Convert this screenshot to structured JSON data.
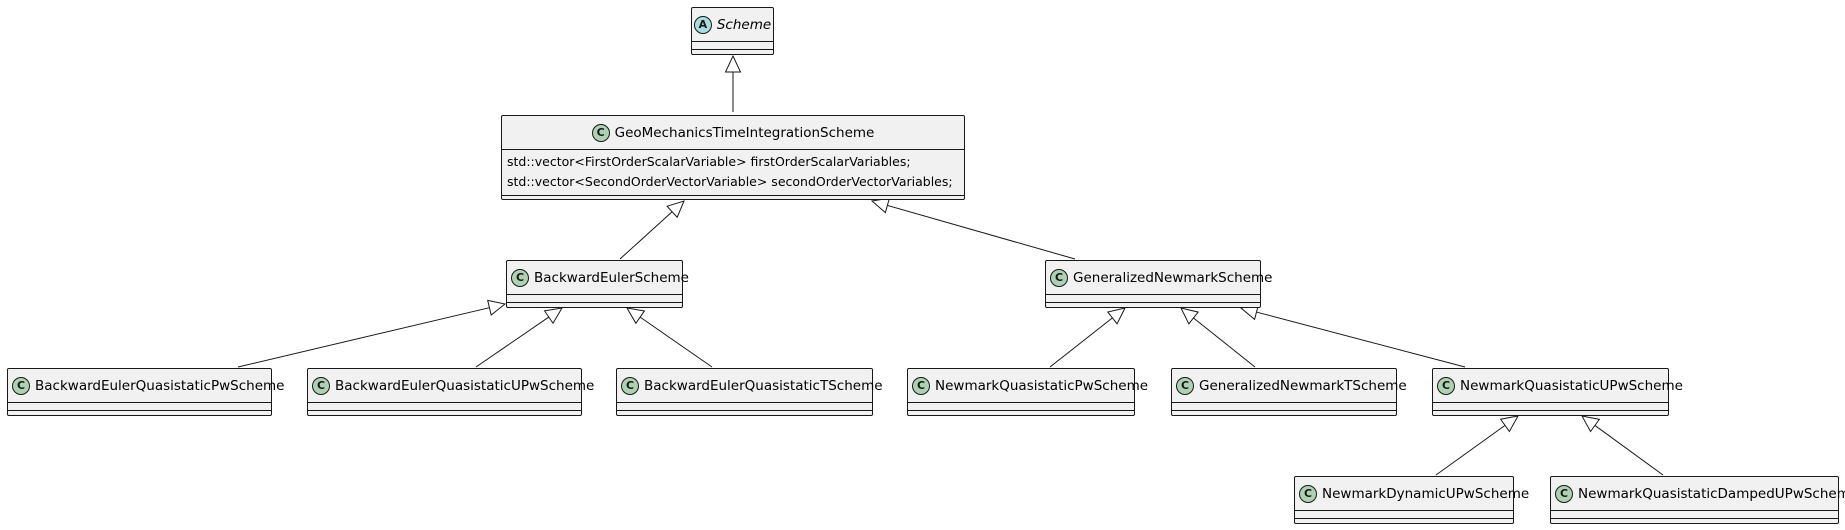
{
  "classes": {
    "scheme": {
      "name": "Scheme",
      "stereotype": "A"
    },
    "geo": {
      "name": "GeoMechanicsTimeIntegrationScheme",
      "stereotype": "C",
      "fields": [
        "std::vector<FirstOrderScalarVariable> firstOrderScalarVariables;",
        "std::vector<SecondOrderVectorVariable> secondOrderVectorVariables;"
      ]
    },
    "be": {
      "name": "BackwardEulerScheme",
      "stereotype": "C"
    },
    "gn": {
      "name": "GeneralizedNewmarkScheme",
      "stereotype": "C"
    },
    "beqpw": {
      "name": "BackwardEulerQuasistaticPwScheme",
      "stereotype": "C"
    },
    "bequpw": {
      "name": "BackwardEulerQuasistaticUPwScheme",
      "stereotype": "C"
    },
    "beqt": {
      "name": "BackwardEulerQuasistaticTScheme",
      "stereotype": "C"
    },
    "nqpw": {
      "name": "NewmarkQuasistaticPwScheme",
      "stereotype": "C"
    },
    "gnt": {
      "name": "GeneralizedNewmarkTScheme",
      "stereotype": "C"
    },
    "nqupw": {
      "name": "NewmarkQuasistaticUPwScheme",
      "stereotype": "C"
    },
    "ndupw": {
      "name": "NewmarkDynamicUPwScheme",
      "stereotype": "C"
    },
    "nqdupw": {
      "name": "NewmarkQuasistaticDampedUPwScheme",
      "stereotype": "C"
    }
  },
  "inheritance": [
    {
      "child": "GeoMechanicsTimeIntegrationScheme",
      "parent": "Scheme"
    },
    {
      "child": "BackwardEulerScheme",
      "parent": "GeoMechanicsTimeIntegrationScheme"
    },
    {
      "child": "GeneralizedNewmarkScheme",
      "parent": "GeoMechanicsTimeIntegrationScheme"
    },
    {
      "child": "BackwardEulerQuasistaticPwScheme",
      "parent": "BackwardEulerScheme"
    },
    {
      "child": "BackwardEulerQuasistaticUPwScheme",
      "parent": "BackwardEulerScheme"
    },
    {
      "child": "BackwardEulerQuasistaticTScheme",
      "parent": "BackwardEulerScheme"
    },
    {
      "child": "NewmarkQuasistaticPwScheme",
      "parent": "GeneralizedNewmarkScheme"
    },
    {
      "child": "GeneralizedNewmarkTScheme",
      "parent": "GeneralizedNewmarkScheme"
    },
    {
      "child": "NewmarkQuasistaticUPwScheme",
      "parent": "GeneralizedNewmarkScheme"
    },
    {
      "child": "NewmarkDynamicUPwScheme",
      "parent": "NewmarkQuasistaticUPwScheme"
    },
    {
      "child": "NewmarkQuasistaticDampedUPwScheme",
      "parent": "NewmarkQuasistaticUPwScheme"
    }
  ],
  "colors": {
    "class_fill": "#f1f1f1",
    "border": "#181818",
    "class_badge": "#add1b2",
    "abstract_badge": "#a9dcdf"
  }
}
